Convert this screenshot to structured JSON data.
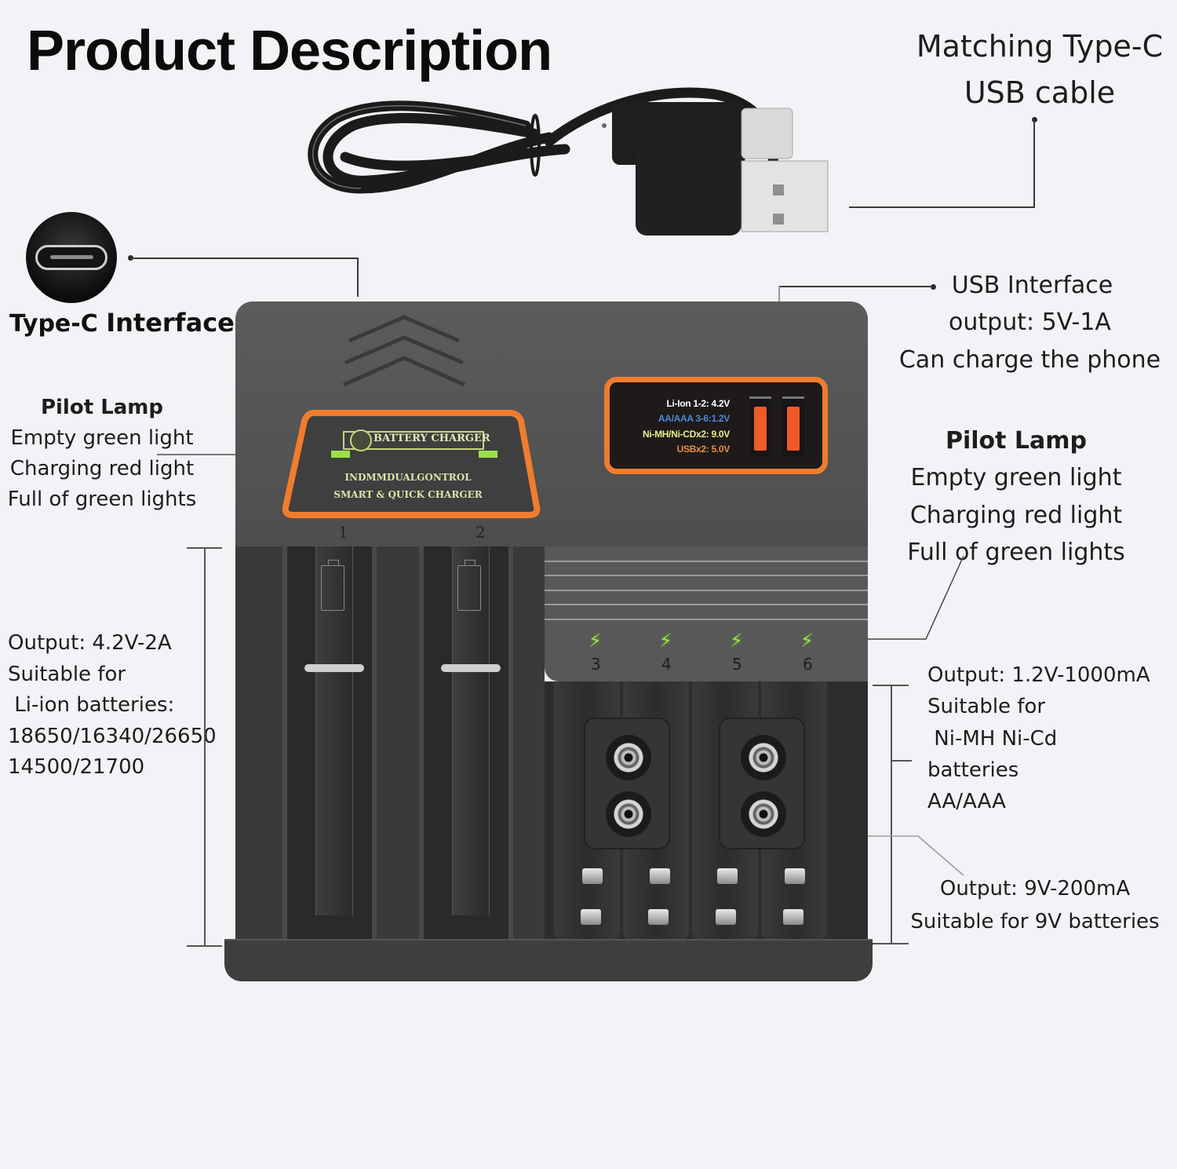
{
  "title": "Product Description",
  "callouts": {
    "cable": {
      "line1": "Matching Type-C",
      "line2": "USB cable"
    },
    "typec": {
      "label_a": "Type-C",
      "label_b": "Interface"
    },
    "usb_interface": {
      "line1": "USB Interface",
      "line2": "output: 5V-1A",
      "line3": "Can charge the phone"
    },
    "pilot_lamp_left": {
      "heading": "Pilot Lamp",
      "line1": "Empty green light",
      "line2": "Charging red light",
      "line3": "Full of green lights"
    },
    "pilot_lamp_right": {
      "heading": "Pilot Lamp",
      "line1": "Empty green light",
      "line2": "Charging red light",
      "line3": "Full of green lights"
    },
    "li_ion": {
      "line1": "Output: 4.2V-2A",
      "line2": "Suitable for",
      "line3": " Li-ion batteries:",
      "line4": "18650/16340/26650",
      "line5": "14500/21700"
    },
    "nimh": {
      "line1": "Output: 1.2V-1000mA",
      "line2": "Suitable for",
      "line3": " Ni-MH Ni-Cd",
      "line4": "batteries",
      "line5": "AA/AAA"
    },
    "nine_volt": {
      "line1": "Output: 9V-200mA",
      "line2": "Suitable for 9V batteries"
    }
  },
  "charger": {
    "badge": "BATTERY CHARGER",
    "panel_line1": "INDMMDUALGONTROL",
    "panel_line2": "SMART & QUICK CHARGER",
    "lcd": [
      {
        "text": "Li-Ion 1-2: 4.2V",
        "color": "#ffffff"
      },
      {
        "text": "AA/AAA 3-6:1.2V",
        "color": "#4f86d6"
      },
      {
        "text": "Ni-MH/Ni-CDx2: 9.0V",
        "color": "#e6f08a"
      },
      {
        "text": "USBx2: 5.0V",
        "color": "#f08a4a"
      }
    ],
    "slots_liion": [
      "1",
      "2"
    ],
    "slots_aa": [
      "3",
      "4",
      "5",
      "6"
    ],
    "accent_color": "#f07c2e",
    "led_color": "#9ee04a"
  }
}
